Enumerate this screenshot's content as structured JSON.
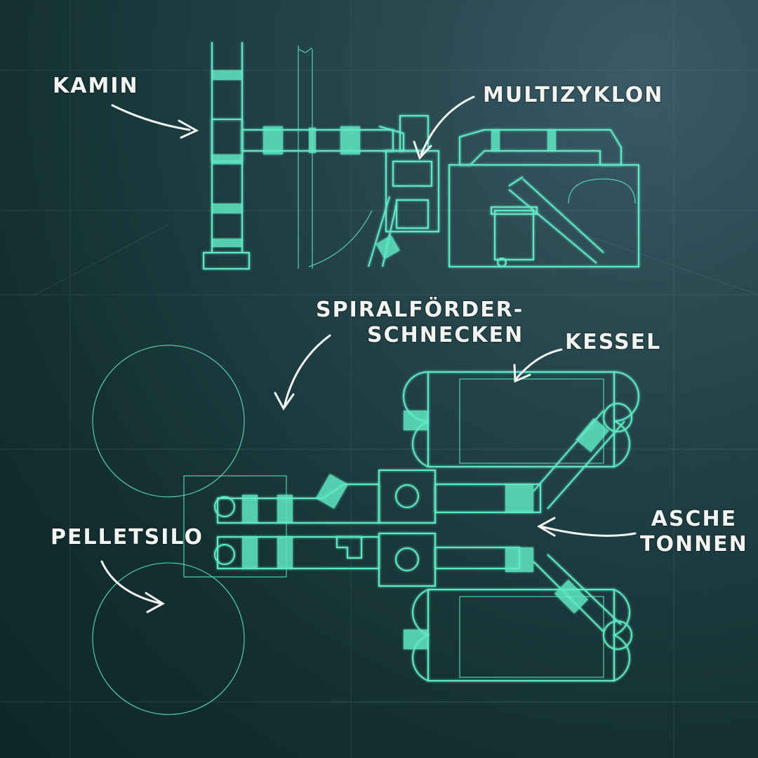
{
  "labels": {
    "kamin": "KAMIN",
    "multizyklon": "MULTIZYKLON",
    "spiral_line1": "SPIRALFÖRDER-",
    "spiral_line2": "SCHNECKEN",
    "kessel": "KESSEL",
    "asche_line1": "ASCHE",
    "asche_line2": "TONNEN",
    "pelletsilo": "PELLETSILO"
  },
  "colors": {
    "line": "#5ee8c4",
    "background": "#163335",
    "label": "#f2f4f2"
  }
}
